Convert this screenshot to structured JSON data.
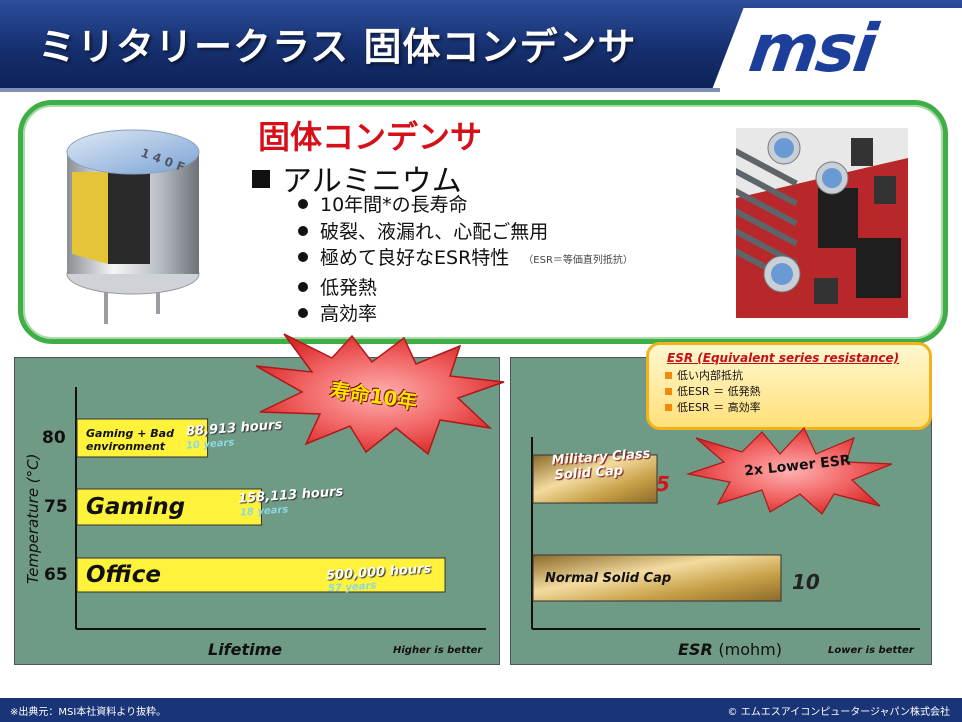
{
  "header": {
    "title": "ミリタリークラス 固体コンデンサ",
    "logo": "msi"
  },
  "feature_panel": {
    "heading": "固体コンデンサ",
    "section_title": "アルミニウム",
    "bullets": [
      "10年間*の長寿命",
      "破裂、液漏れ、心配ご無用",
      "極めて良好なESR特性",
      "低発熱",
      "高効率"
    ],
    "esr_note": "（ESR＝等価直列抵抗）",
    "capacitor_marks": "1 4 0 F"
  },
  "lifetime_burst": "寿命10年",
  "esr_callout": {
    "title": "ESR (Equivalent series resistance)",
    "items": [
      "低い内部抵抗",
      "低ESR ＝ 低発熱",
      "低ESR ＝ 高効率"
    ]
  },
  "esr_burst": "2x Lower ESR",
  "chart_data": [
    {
      "type": "bar",
      "orientation": "horizontal",
      "ylabel": "Temperature (°C)",
      "xlabel": "Lifetime",
      "note": "Higher is better",
      "categories": [
        "80",
        "75",
        "65"
      ],
      "series": [
        {
          "bar_labels": [
            "Gaming + Bad environment",
            "Gaming",
            "Office"
          ],
          "values_hours": [
            88913,
            158113,
            500000
          ],
          "value_labels": [
            "88,913 hours",
            "158,113 hours",
            "500,000 hours"
          ],
          "year_labels": [
            "10 years",
            "18 years",
            "57 years"
          ]
        }
      ],
      "colors": {
        "bar": "#fff23a",
        "background": "#6f9a86"
      },
      "grid": false
    },
    {
      "type": "bar",
      "orientation": "horizontal",
      "xlabel": "ESR",
      "xunit": "(mohm)",
      "note": "Lower is better",
      "categories": [
        "Military Class Solid Cap",
        "Normal Solid Cap"
      ],
      "category_lines": [
        [
          "Military Class",
          "Solid Cap"
        ],
        [
          "Normal Solid Cap"
        ]
      ],
      "values": [
        5,
        10
      ],
      "value_labels": [
        "5",
        "10"
      ],
      "colors": {
        "military": "#c9a24a",
        "normal": "#c89a3c",
        "military_value": "#d01818"
      },
      "grid": false
    }
  ],
  "footer": {
    "source": "※出典元：MSI本社資料より抜粋。",
    "copyright": "© エムエスアイコンピュータージャパン株式会社"
  }
}
